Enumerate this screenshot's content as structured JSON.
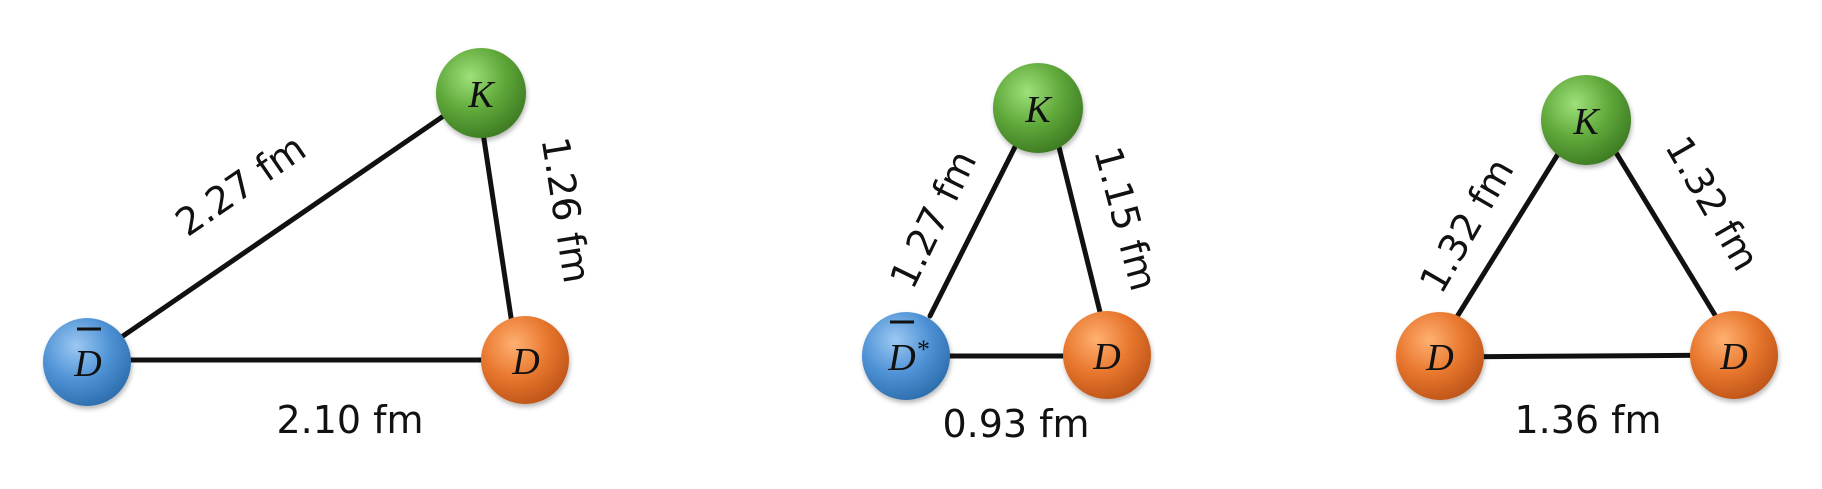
{
  "colors": {
    "K": "#5fa83a",
    "D": "#e8772e",
    "Dbar": "#4f93d6",
    "edge": "#111111"
  },
  "diagrams": [
    {
      "nodes": [
        {
          "id": "K",
          "label": "K",
          "color_key": "K"
        },
        {
          "id": "D",
          "label": "D",
          "color_key": "D"
        },
        {
          "id": "Dbar",
          "label": "D",
          "bar": true,
          "star": "",
          "color_key": "Dbar"
        }
      ],
      "edges": [
        {
          "id": "Dbar-K",
          "label": "2.27 fm"
        },
        {
          "id": "K-D",
          "label": "1.26 fm"
        },
        {
          "id": "Dbar-D",
          "label": "2.10 fm"
        }
      ]
    },
    {
      "nodes": [
        {
          "id": "K",
          "label": "K",
          "color_key": "K"
        },
        {
          "id": "Dbarstar",
          "label": "D",
          "bar": true,
          "star": "*",
          "color_key": "Dbar"
        },
        {
          "id": "D",
          "label": "D",
          "color_key": "D"
        }
      ],
      "edges": [
        {
          "id": "Dbarstar-K",
          "label": "1.27 fm"
        },
        {
          "id": "K-D",
          "label": "1.15 fm"
        },
        {
          "id": "Dbarstar-D",
          "label": "0.93 fm"
        }
      ]
    },
    {
      "nodes": [
        {
          "id": "K",
          "label": "K",
          "color_key": "K"
        },
        {
          "id": "D1",
          "label": "D",
          "color_key": "D"
        },
        {
          "id": "D2",
          "label": "D",
          "color_key": "D"
        }
      ],
      "edges": [
        {
          "id": "D1-K",
          "label": "1.32 fm"
        },
        {
          "id": "K-D2",
          "label": "1.32 fm"
        },
        {
          "id": "D1-D2",
          "label": "1.36 fm"
        }
      ]
    }
  ]
}
